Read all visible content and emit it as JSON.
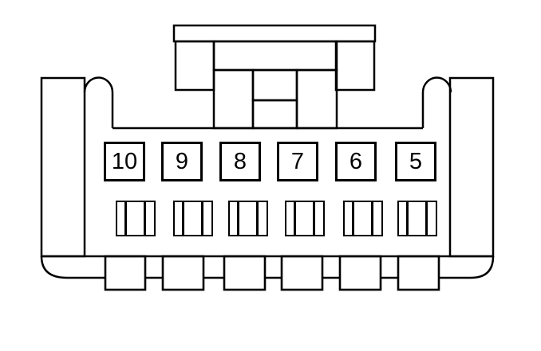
{
  "diagram": {
    "background_color": "#ffffff",
    "line_color": "#000000",
    "pins": [
      {
        "label": "10"
      },
      {
        "label": "9"
      },
      {
        "label": "8"
      },
      {
        "label": "7"
      },
      {
        "label": "6"
      },
      {
        "label": "5"
      }
    ],
    "terminal_slot_count": 6,
    "mounting_tooth_count": 6
  }
}
